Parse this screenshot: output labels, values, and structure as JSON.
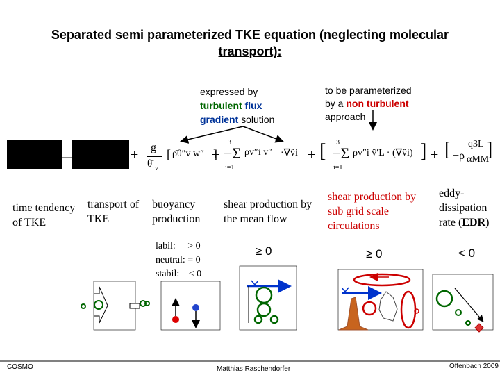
{
  "title": {
    "line1": "Separated semi parameterized TKE equation (neglecting molecular",
    "line2": "transport):"
  },
  "annotations": {
    "gradient_expressed_by": "expressed by",
    "gradient_turbulent": "turbulent",
    "gradient_flux": "flux",
    "gradient_gradient": "gradient",
    "gradient_solution": "solution",
    "nonturb_line1": "to be parameterized",
    "nonturb_line2_a": "by a",
    "nonturb_line2_b": "non turbulent",
    "nonturb_line3": "approach"
  },
  "terms": {
    "tendency": "time tendency of TKE",
    "transport": "transport of TKE",
    "buoyancy": "buoyancy production",
    "shear_mean": "shear production by the mean flow",
    "shear_sgs": "shear production by sub grid scale circulations",
    "edr_a": "eddy-dissipation rate (",
    "edr_b": "EDR",
    "edr_c": ")"
  },
  "stability": {
    "labil": "labil:",
    "neutral": "neutral:",
    "stabil": "stabil:",
    "labil_sign": "> 0",
    "neutral_sign": "= 0",
    "stabil_sign": "< 0"
  },
  "signs": {
    "shear_mean": "≥ 0",
    "shear_sgs": "≥ 0",
    "dissipation": "< 0"
  },
  "equation": {
    "g": "g",
    "theta": "θ̄",
    "theta_sub": "v",
    "rho_flux": "ρ̄θ″v w″",
    "sum_top": "3",
    "sum_bottom": "i=1",
    "shear_term": "ρv″i v″",
    "dot_grad": "·∇v̂i",
    "sgs_term": "ρv″i v̂′L · (∇v̂i)",
    "q3": "q3L",
    "alpha": "αMM",
    "rho": "ρ"
  },
  "footer": {
    "left": "COSMO",
    "center": "Matthias Raschendorfer",
    "right": "Offenbach 2009"
  },
  "colors": {
    "green": "#006600",
    "blue": "#003399",
    "red": "#cc0000",
    "orange": "#c8641e",
    "brown": "#a0522d"
  }
}
